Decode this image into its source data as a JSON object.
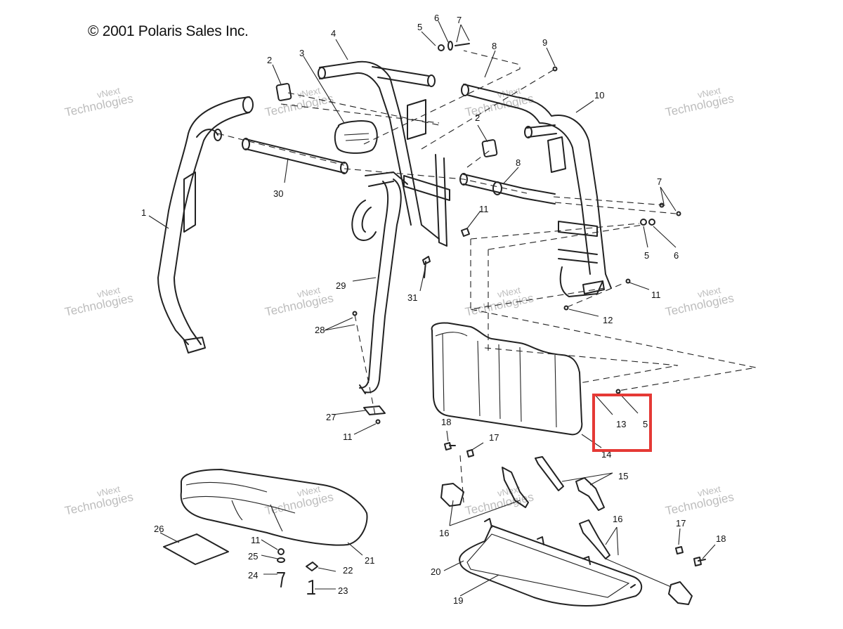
{
  "copyright": "© 2001 Polaris Sales Inc.",
  "watermark": {
    "line1": "vNext",
    "line2": "Technologies"
  },
  "highlight": {
    "color": "#e53935",
    "labels": [
      "13",
      "5"
    ]
  },
  "callouts": {
    "n1": "1",
    "n2": "2",
    "n3": "3",
    "n4": "4",
    "n5": "5",
    "n6": "6",
    "n7": "7",
    "n8": "8",
    "n9": "9",
    "n10": "10",
    "n11": "11",
    "n12": "12",
    "n13": "13",
    "n14": "14",
    "n15": "15",
    "n16": "16",
    "n17": "17",
    "n18": "18",
    "n19": "19",
    "n20": "20",
    "n21": "21",
    "n22": "22",
    "n23": "23",
    "n24": "24",
    "n25": "25",
    "n26": "26",
    "n27": "27",
    "n28": "28",
    "n29": "29",
    "n30": "30",
    "n31": "31"
  }
}
